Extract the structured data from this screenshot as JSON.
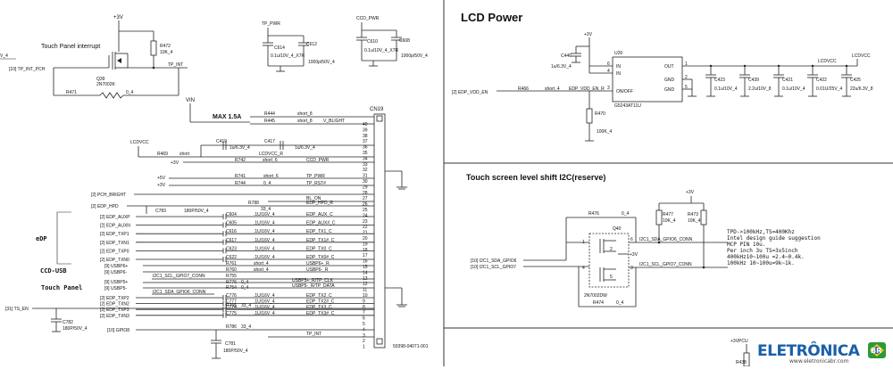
{
  "touch_irq": {
    "title": "Touch Panel interrupt",
    "supply": "+3V",
    "net_left": "V_4",
    "port": "[10]  TP_INT_PCH",
    "q39": "Q39",
    "q39_part": "2N7002K",
    "r472": "R472",
    "r472_val": "10K_4",
    "r471": "R471",
    "r471_val": "0_4",
    "out_net": "TP_INT"
  },
  "tp_pwr": {
    "net": "TP_PWR",
    "c614": "C614",
    "c614_val": "0.1u/10V_4_X7R",
    "c612": "C612",
    "c612_val": "1000p/50V_4"
  },
  "ccd_pwr": {
    "net": "CCD_PWR",
    "c610": "C610",
    "c610_val": "0.1u/10V_4_X7R",
    "c608": "C608",
    "c608_val": "1000p/50V_4"
  },
  "connector": {
    "vin": "VIN",
    "max": "MAX 1.5A",
    "ref": "CN19",
    "part": "50398-04071-001",
    "pins": [
      "40",
      "39",
      "38",
      "37",
      "36",
      "35",
      "34",
      "33",
      "32",
      "31",
      "30",
      "29",
      "28",
      "27",
      "26",
      "25",
      "24",
      "23",
      "22",
      "21",
      "20",
      "19",
      "18",
      "17",
      "16",
      "15",
      "14",
      "13",
      "12",
      "11",
      "10",
      "9",
      "8",
      "7",
      "6",
      "5",
      "4",
      "3",
      "2",
      "1"
    ],
    "r444": "R444",
    "r444_val": "short_8",
    "r445": "R445",
    "r445_val": "short_8",
    "vblight": "V_BLIGHT",
    "lcdvcc": "LCDVCC",
    "c419": "C419",
    "c419_val": "1u/6.3V_4",
    "c417": "C417",
    "c417_val": "1u/6.3V_4",
    "r469": "R469",
    "r469_val": "short",
    "lcdvcc_r": "LCDVCC_R",
    "p3v_a": "+3V",
    "r742": "R742",
    "r742_val": "short_6",
    "ccd_pwr": "CCD_PWR",
    "p5v": "+5V",
    "p3v_b": "+3V",
    "r741": "R741",
    "r741_val": "short_6",
    "r744": "R744",
    "r744_val": "0_4",
    "tp_pwr": "TP_PWR",
    "tp_rst": "TP_RST#",
    "bl_on": "BL_ON",
    "pch_bright": "[2]  PCH_BRIGHT",
    "edp_hpd": "[2]  EDP_HPD",
    "r788": "R788",
    "r788_val": "33_4",
    "edp_hpd_r": "EDP_HPD_R",
    "c783": "C783",
    "c783_val": "180P/50V_4",
    "aux": [
      {
        "port": "[2]  EDP_AUXP",
        "cap": "C604",
        "val": ".1U/16V_4",
        "net": "EDP_AUX_C"
      },
      {
        "port": "[2]  EDP_AUXN",
        "cap": "C605",
        "val": ".1U/16V_4",
        "net": "EDP_AUX#_C"
      },
      {
        "port": "[2]  EDP_TXP1",
        "cap": "C616",
        "val": ".1U/16V_4",
        "net": "EDP_TX1_C"
      },
      {
        "port": "[2]  EDP_TXN1",
        "cap": "C617",
        "val": ".1U/16V_4",
        "net": "EDP_TX1#_C"
      },
      {
        "port": "[2]  EDP_TXP0",
        "cap": "C623",
        "val": ".1U/16V_4",
        "net": "EDP_TX0_C"
      },
      {
        "port": "[2]  EDP_TXN0",
        "cap": "C622",
        "val": ".1U/16V_4",
        "net": "EDP_TX0#_C"
      }
    ],
    "edp_label": "eDP",
    "ccd_usb_label": "CCD-USB",
    "touch_label": "Touch Panel",
    "usb": [
      {
        "port": "[9]  USBP6+",
        "res": "R761",
        "val": "short_4",
        "net": "USBP6+_R"
      },
      {
        "port": "[9]  USBP6-",
        "res": "R760",
        "val": "short_4",
        "net": "USBP6-_R"
      }
    ],
    "i2c_sda": "I2C1_SCL_GPIO7_CONN",
    "r755_text": "R755",
    "r776": "R776",
    "r776_val": "0_4",
    "r754": "R754",
    "r754_val": "0_4",
    "usbp5p": "[9]  USBP5+",
    "usbp5n": "[9]  USBP5-",
    "i2c_scl": "I2C1_SDA_GPIO6_CONN",
    "usbp5_clk": "USBP5+_R/TP_CLK",
    "usbp5_data": "USBP5-_R/TP_DATA",
    "tx2": [
      {
        "port": "[2]  EDP_TXP2",
        "cap": "C776",
        "val": ".1U/16V_4",
        "net": "EDP_TX2_C"
      },
      {
        "port": "[2]  EDP_TXN2",
        "cap": "C777",
        "val": ".1U/16V_4",
        "net": "EDP_TX2#_C"
      },
      {
        "port": "[2]  EDP_TXP3",
        "cap": "C774",
        "val": ".1U/16V_4",
        "net": "EDP_TX3_C"
      },
      {
        "port": "[2]  EDP_TXN3",
        "cap": "C775",
        "val": ".1U/16V_4",
        "net": "EDP_TX3#_C"
      }
    ],
    "r765": "R765",
    "r765_val": "33_4",
    "ts_en": "[31]  TS_EN",
    "c782": "C782",
    "c782_val": "180P/50V_4",
    "gpio8": "[10]  GPIO8",
    "r786": "R786",
    "r786_val": "33_4",
    "tp_int": "TP_INT",
    "c781": "C781",
    "c781_val": "180P/50V_4"
  },
  "lcd_power": {
    "title": "LCD Power",
    "p3v": "+3V",
    "c446": "C446",
    "c446_val": "1u/6.3V_4",
    "port": "[2]  EDP_VDD_EN",
    "r466": "R466",
    "r466_val": "short_4",
    "edp_vdd_en_r": "EDP_VDD_EN_R",
    "u26": "U26",
    "u26_part": "G5243AT11U",
    "pin_in1": "IN",
    "pin_in2": "IN",
    "pin_onoff": "ON/OFF",
    "pin_out": "OUT",
    "pin_gnd1": "GND",
    "pin_gnd2": "GND",
    "n6": "6",
    "n4": "4",
    "n3": "3",
    "n1": "1",
    "n2": "2",
    "n5": "5",
    "r470": "R470",
    "r470_val": "100K_4",
    "lcdvcc": "LCDVCC",
    "caps": [
      {
        "ref": "C423",
        "val": "0.1u/10V_4"
      },
      {
        "ref": "C439",
        "val": "2.2u/10V_8"
      },
      {
        "ref": "C421",
        "val": "0.1u/10V_4"
      },
      {
        "ref": "C422",
        "val": "0.01U/25V_4"
      },
      {
        "ref": "C425",
        "val": "22u/6.3V_8"
      }
    ]
  },
  "level_shift": {
    "title": "Touch screen level shift I2C(reserve)",
    "p3v": "+3V",
    "r477": "R477",
    "r477_val": "10K_4",
    "r473": "R473",
    "r473_val": "10K_4",
    "r476": "R476",
    "r476_val": "0_4",
    "q40": "Q40",
    "q40_part": "2N7002DW",
    "port_sda": "[10]  I2C1_SDA_GPIO6",
    "port_scl": "[10]  I2C1_SCL_GPIO7",
    "net_sda_conn": "I2C1_SDA_GPIO6_CONN",
    "net_scl_conn": "I2C1_SCL_GPIO7_CONN",
    "p3v_small": "+3V",
    "r474": "R474",
    "r474_val": "0_4",
    "pin6": "6",
    "pin1": "1",
    "pin3": "3",
    "pin4": "4",
    "pin2": "2",
    "pin5": "5",
    "note": [
      "TPD->100kHz,TS=400Khz",
      "Intel design guide suggestion",
      "MCP PIN 10u.",
      "Per inch 3u  TS=3x5inch",
      "400kHz10~100u =2.4~0.4k.",
      "100kHz 10~100u=9k~1k."
    ]
  },
  "bottom": {
    "p3vpcu": "+3VPCU",
    "r438": "R438"
  },
  "logo": {
    "text": "ELETRÔNICA",
    "badge": "BR",
    "url": "www.eletronicabr.com"
  }
}
